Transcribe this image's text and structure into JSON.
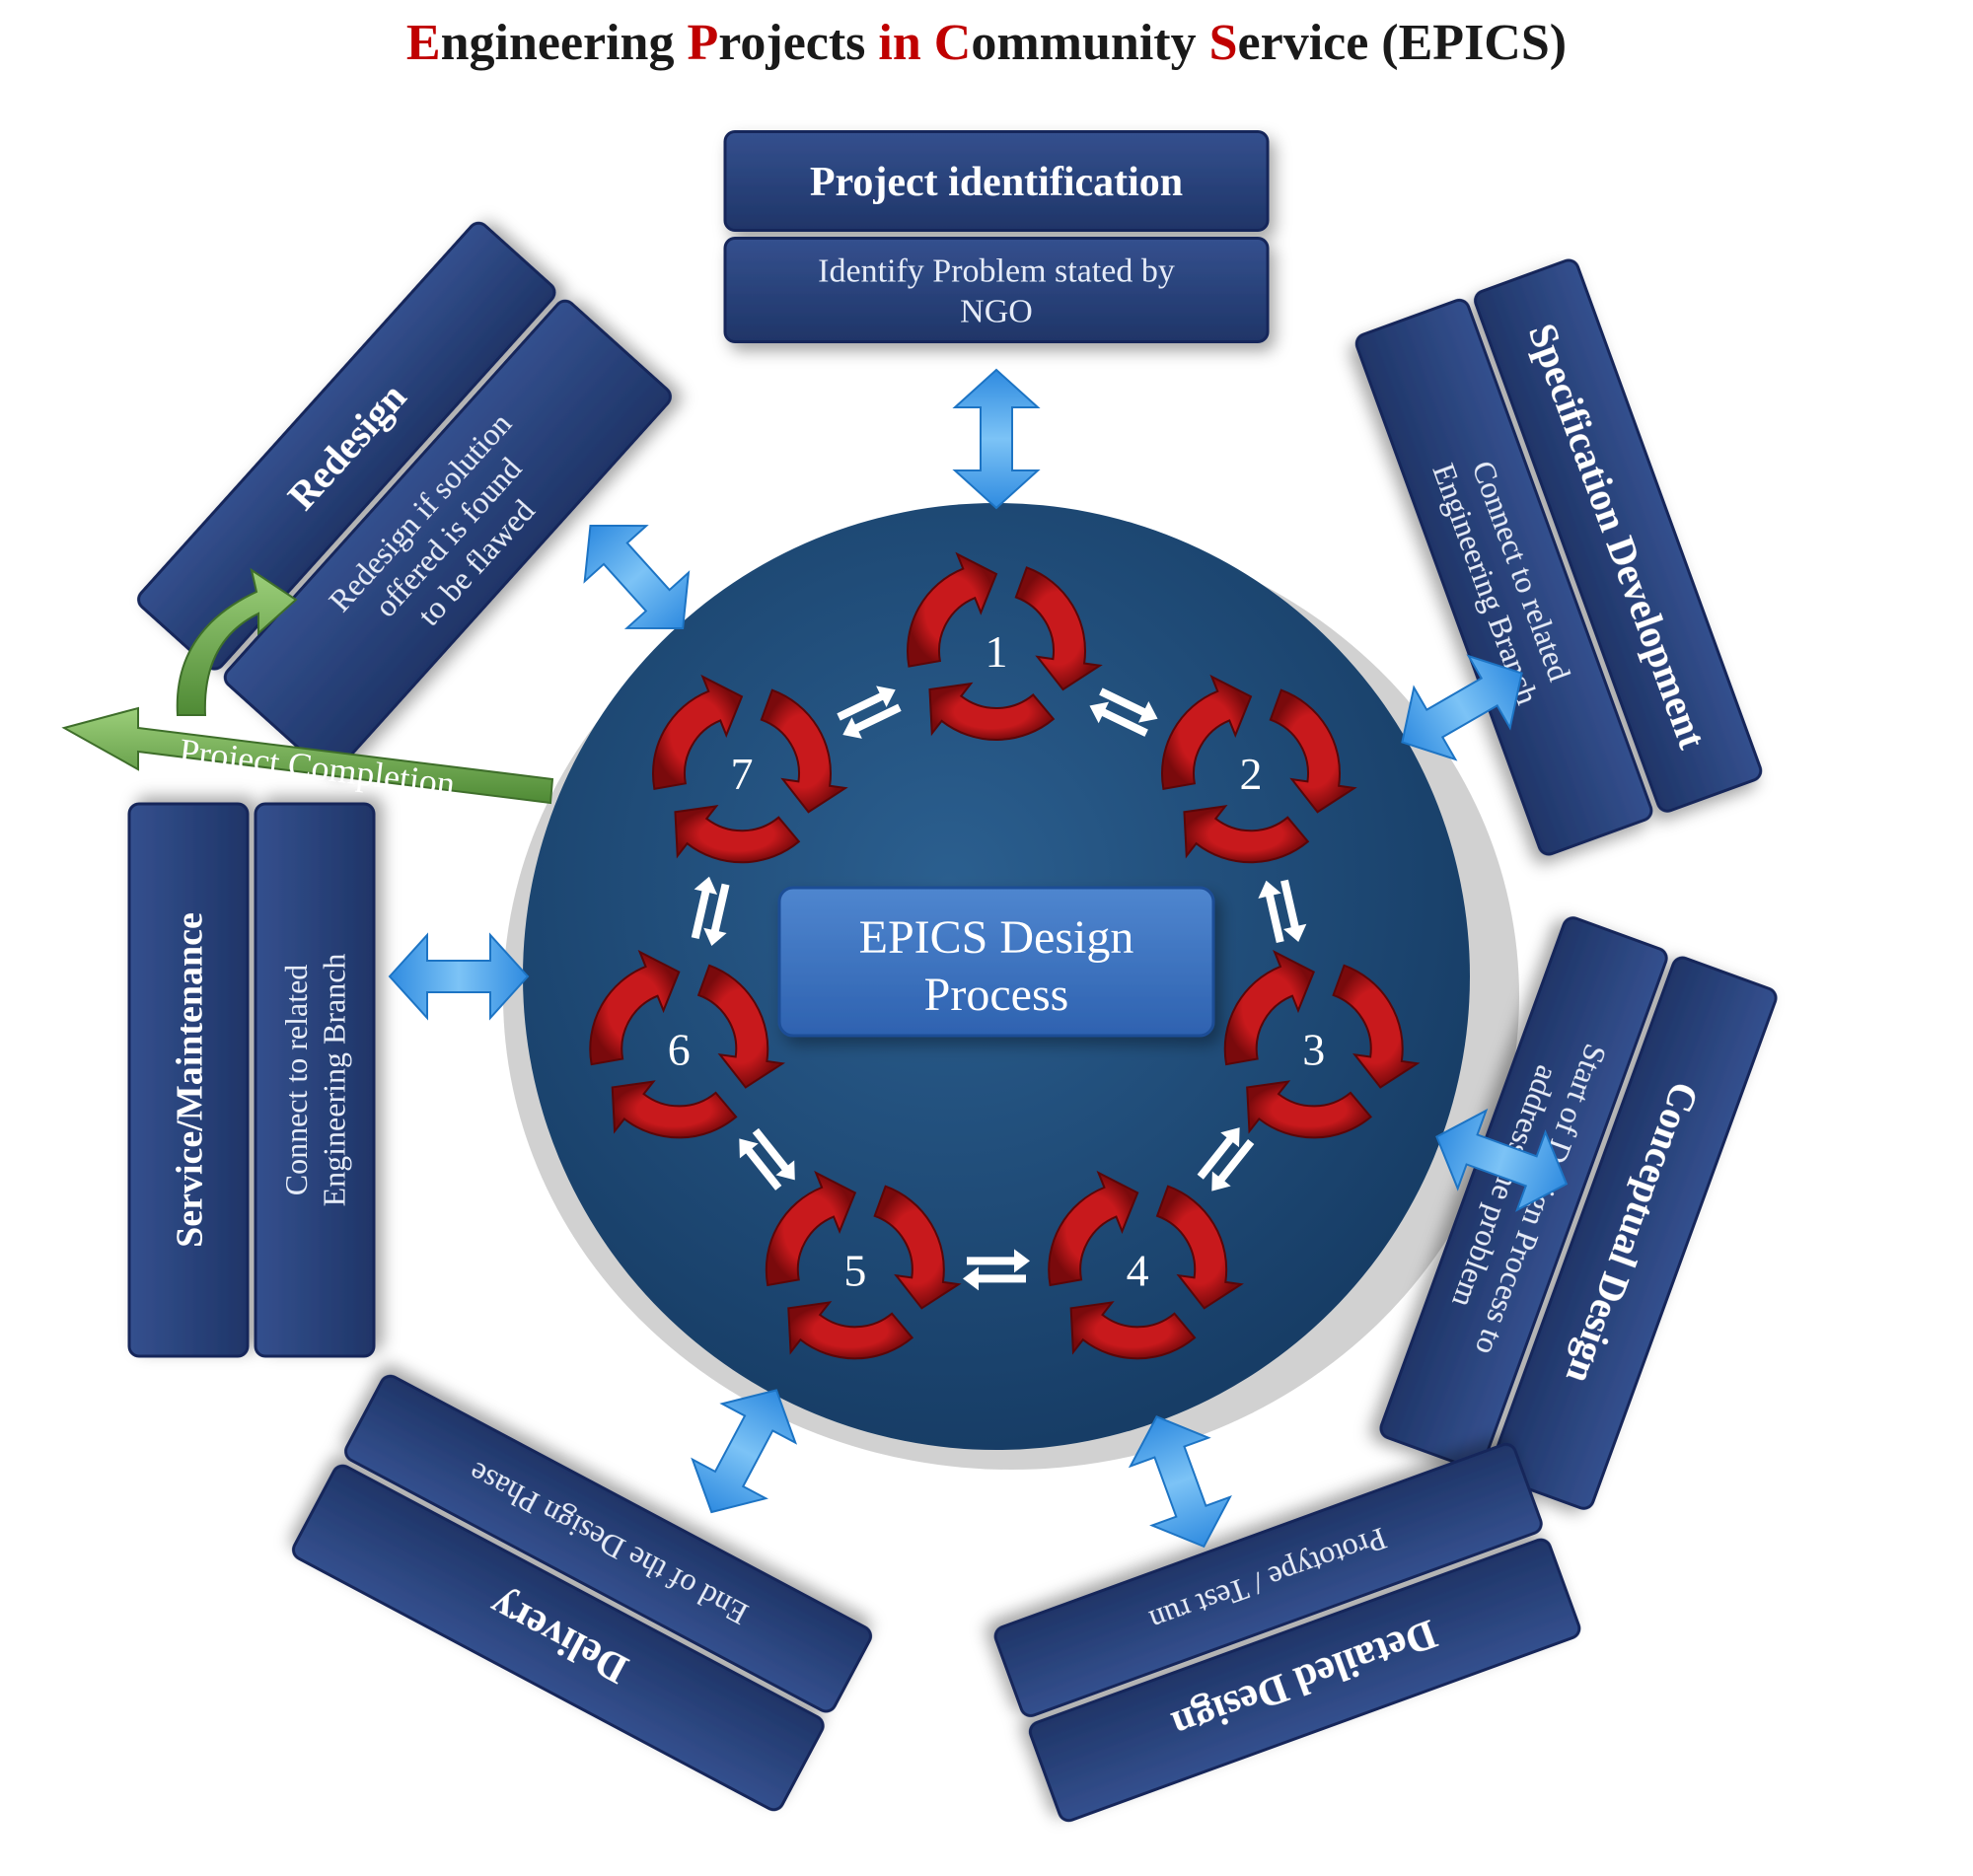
{
  "title": {
    "parts": [
      {
        "text": "E",
        "accent": true
      },
      {
        "text": "ngineering ",
        "accent": false
      },
      {
        "text": "P",
        "accent": true
      },
      {
        "text": "rojects ",
        "accent": false
      },
      {
        "text": "in",
        "accent": true
      },
      {
        "text": " ",
        "accent": false
      },
      {
        "text": "C",
        "accent": true
      },
      {
        "text": "ommunity ",
        "accent": false
      },
      {
        "text": "S",
        "accent": true
      },
      {
        "text": "ervice (EPICS)",
        "accent": false
      }
    ]
  },
  "center": {
    "lines": [
      "EPICS Design",
      "Process"
    ]
  },
  "stages": [
    {
      "label": "1"
    },
    {
      "label": "2"
    },
    {
      "label": "3"
    },
    {
      "label": "4"
    },
    {
      "label": "5"
    },
    {
      "label": "6"
    },
    {
      "label": "7"
    }
  ],
  "boxes": [
    {
      "title": "Project identification",
      "desc": [
        "Identify Problem stated by",
        "NGO"
      ]
    },
    {
      "title": "Specification Development",
      "desc": [
        "Connect to related",
        "Engineering Branch"
      ]
    },
    {
      "title": "Conceptual Design",
      "desc": [
        "Start of Design Process to",
        "address the problem"
      ]
    },
    {
      "title": "Detailed Design",
      "desc": [
        "Prototype / Test run"
      ]
    },
    {
      "title": "Delivery",
      "desc": [
        "End of the Design Phase"
      ]
    },
    {
      "title": "Service/Maintenance",
      "desc": [
        "Connect to related",
        "Engineering Branch"
      ]
    },
    {
      "title": "Redesign",
      "desc": [
        "Redesign if solution",
        "offered is found",
        "to be flawed"
      ]
    }
  ],
  "completion": {
    "label": "Project Completion"
  },
  "colors": {
    "box": "#26407a",
    "box_edge": "#13265a",
    "disc": "#1f4b78",
    "cycle": "#a30f12",
    "double_arrow": "#3d9be8",
    "completion_arrow": "#6aa84f",
    "accent": "#c00000"
  }
}
